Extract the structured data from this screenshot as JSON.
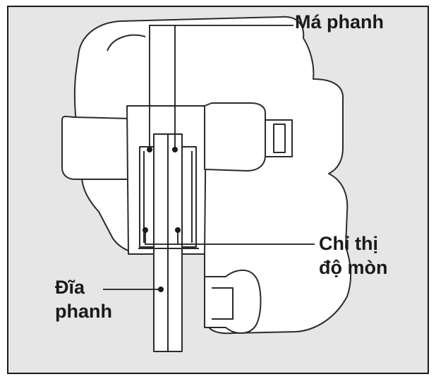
{
  "labels": {
    "brake_pad": "Má phanh",
    "wear_indicator_line1": "Chỉ thị",
    "wear_indicator_line2": "độ mòn",
    "brake_disc_line1": "Đĩa",
    "brake_disc_line2": "phanh"
  },
  "colors": {
    "background": "#e6e6e6",
    "line": "#2b2b2b",
    "part_fill": "#ffffff"
  }
}
